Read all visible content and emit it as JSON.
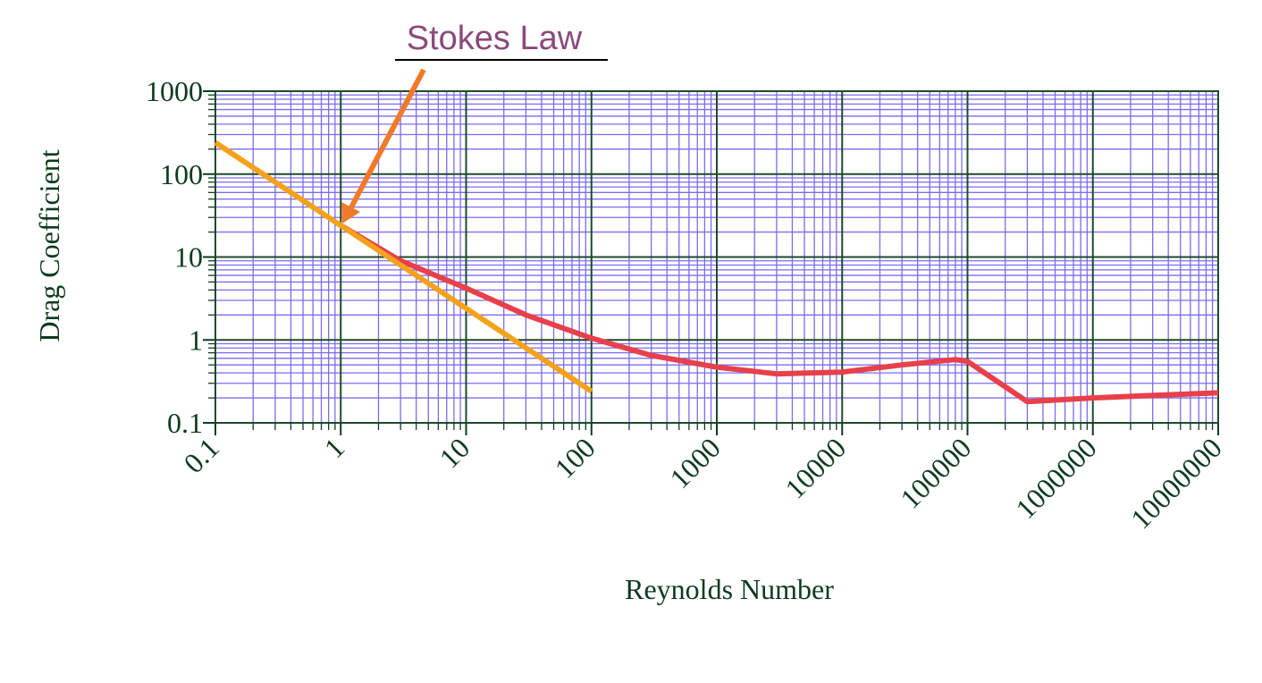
{
  "chart_data": {
    "type": "line",
    "xscale": "log",
    "yscale": "log",
    "xlim": [
      0.1,
      10000000
    ],
    "ylim": [
      0.1,
      1000
    ],
    "xlabel": "Reynolds Number",
    "ylabel": "Drag Coefficient",
    "x_ticks": [
      "0.1",
      "1",
      "10",
      "100",
      "1000",
      "10000",
      "100000",
      "1000000",
      "10000000"
    ],
    "y_ticks": [
      "0.1",
      "1",
      "10",
      "100",
      "1000"
    ],
    "grid": true,
    "series": [
      {
        "color": "#e8404a",
        "x": [
          1,
          3,
          10,
          30,
          100,
          300,
          1000,
          3000,
          10000,
          30000,
          80000,
          100000,
          300000,
          1000000,
          10000000
        ],
        "y": [
          24,
          9,
          4.2,
          2,
          1.05,
          0.65,
          0.47,
          0.39,
          0.41,
          0.5,
          0.58,
          0.55,
          0.18,
          0.2,
          0.23
        ]
      },
      {
        "color": "#f5a21a",
        "x": [
          0.1,
          100
        ],
        "y": [
          240,
          0.24
        ]
      }
    ],
    "annotations": [
      {
        "text": "Stokes Law",
        "points_to": {
          "x": 1,
          "y": 24
        },
        "text_color": "#8b4a7a",
        "arrow_color": "#f07a2a"
      }
    ]
  },
  "colors": {
    "minor_grid": "#7b6cf0",
    "major_grid": "#1f4a2c",
    "axis": "#0d3b1e"
  }
}
